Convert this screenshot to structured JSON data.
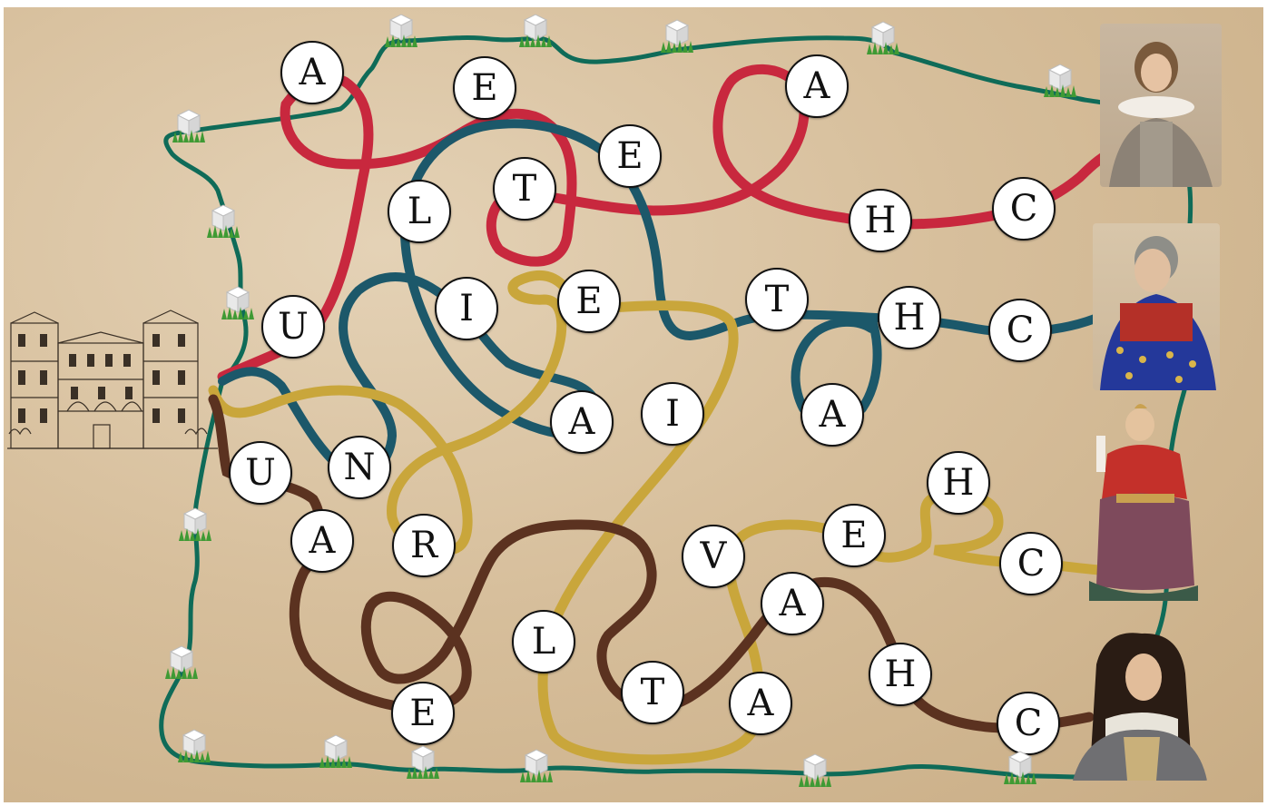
{
  "board": {
    "paper_color": "#d8c1a0",
    "route_colors": {
      "outer_path": "#0f6b58",
      "red": "#c8283e",
      "blue": "#1c586a",
      "gold": "#c9a63b",
      "brown": "#5b3220"
    }
  },
  "icons": {
    "sugar_cube": "sugar-cube-on-grass-icon",
    "chateau": "chateau-engraving-icon",
    "portrait_1": "lady-in-ruff-portrait",
    "portrait_2": "king-in-fleur-de-lis-robe-portrait",
    "portrait_3": "kneeling-king-portrait",
    "portrait_4": "louis-xiv-portrait"
  },
  "letters": {
    "red": [
      "A",
      "E",
      "A",
      "E",
      "L",
      "T",
      "H",
      "C",
      "U"
    ],
    "blue": [
      "I",
      "E",
      "T",
      "H",
      "C",
      "A",
      "A",
      "N"
    ],
    "gold": [
      "I",
      "H",
      "E",
      "V",
      "C",
      "R",
      "L",
      "A"
    ],
    "brown": [
      "U",
      "A",
      "E",
      "T",
      "A",
      "H",
      "C"
    ]
  }
}
